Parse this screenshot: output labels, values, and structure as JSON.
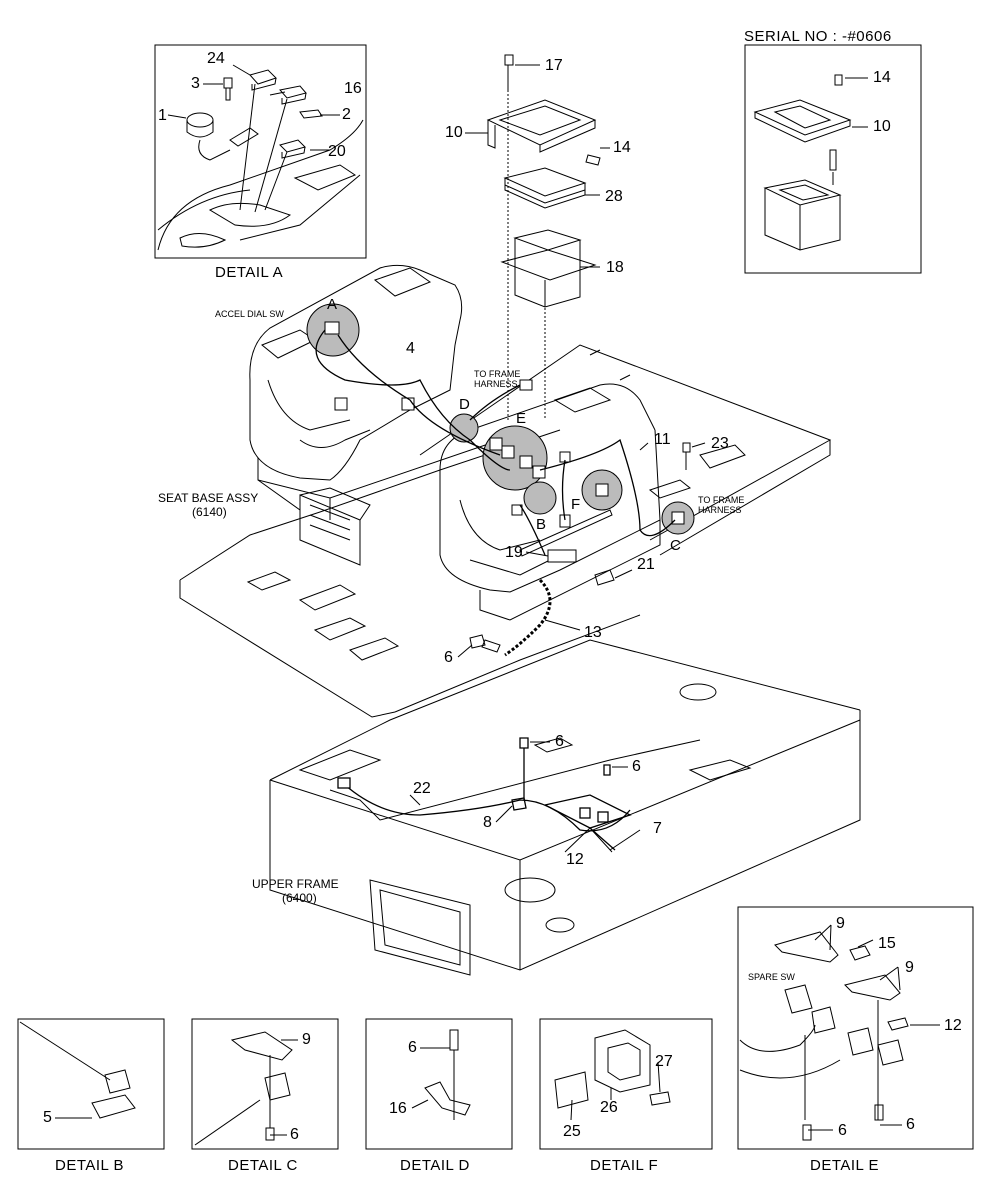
{
  "serial": "SERIAL NO : -#0606",
  "details": {
    "A": "DETAIL  A",
    "B": "DETAIL  B",
    "C": "DETAIL  C",
    "D": "DETAIL  D",
    "E": "DETAIL  E",
    "F": "DETAIL F"
  },
  "notes": {
    "accel_dial": "ACCEL DIAL SW",
    "to_frame_1": "TO FRAME",
    "harness_1": "HARNESS",
    "to_frame_2": "TO FRAME",
    "harness_2": "HARNESS",
    "seat_base": "SEAT BASE ASSY",
    "seat_base_no": "(6140)",
    "upper_frame": "UPPER FRAME",
    "upper_frame_no": "(6400)",
    "spare_sw": "SPARE SW"
  },
  "letters": {
    "A": "A",
    "B": "B",
    "C": "C",
    "D": "D",
    "E": "E",
    "F": "F"
  },
  "parts": {
    "p1": "1",
    "p2": "2",
    "p3": "3",
    "p4": "4",
    "p5": "5",
    "p6": "6",
    "p7": "7",
    "p8": "8",
    "p9": "9",
    "p10": "10",
    "p11": "11",
    "p12": "12",
    "p13": "13",
    "p14": "14",
    "p15": "15",
    "p16": "16",
    "p17": "17",
    "p18": "18",
    "p19": "19",
    "p20": "20",
    "p21": "21",
    "p22": "22",
    "p23": "23",
    "p24": "24",
    "p25": "25",
    "p26": "26",
    "p27": "27",
    "p28": "28"
  }
}
